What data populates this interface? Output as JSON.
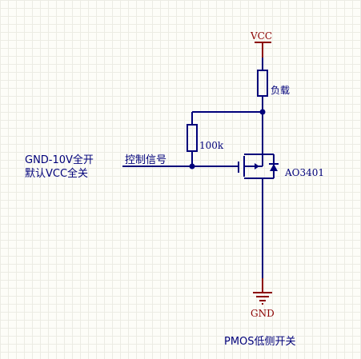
{
  "labels": {
    "vcc": "VCC",
    "gnd": "GND",
    "load": "负载",
    "resistor_value": "100k",
    "mosfet_part": "AO3401",
    "control_signal": "控制信号",
    "note_line1": "GND-10V全开",
    "note_line2": "默认VCC全关",
    "caption": "PMOS低侧开关"
  },
  "colors": {
    "wire": "#00007a",
    "power": "#8b0000",
    "grid": "#ecece4",
    "background": "#fdfdf8"
  }
}
